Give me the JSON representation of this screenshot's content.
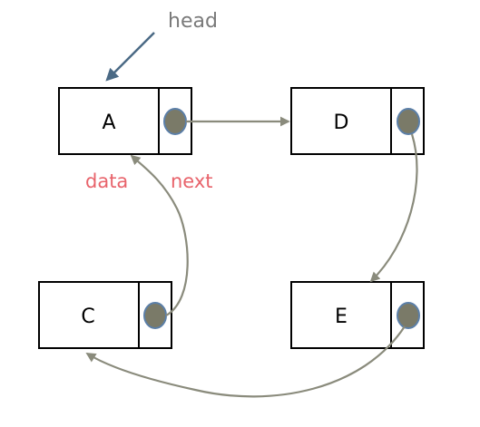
{
  "head": {
    "label": "head"
  },
  "nodes": {
    "a": {
      "label": "A"
    },
    "d": {
      "label": "D"
    },
    "c": {
      "label": "C"
    },
    "e": {
      "label": "E"
    }
  },
  "field_labels": {
    "data": "data",
    "next": "next"
  },
  "colors": {
    "pointer_fill": "#7a7a68",
    "pointer_stroke": "#5b7fa8",
    "link": "#8a8b7c",
    "head_arrow": "#4b6a85",
    "head_text": "#7a7a7a",
    "field_label": "#e8636b"
  }
}
